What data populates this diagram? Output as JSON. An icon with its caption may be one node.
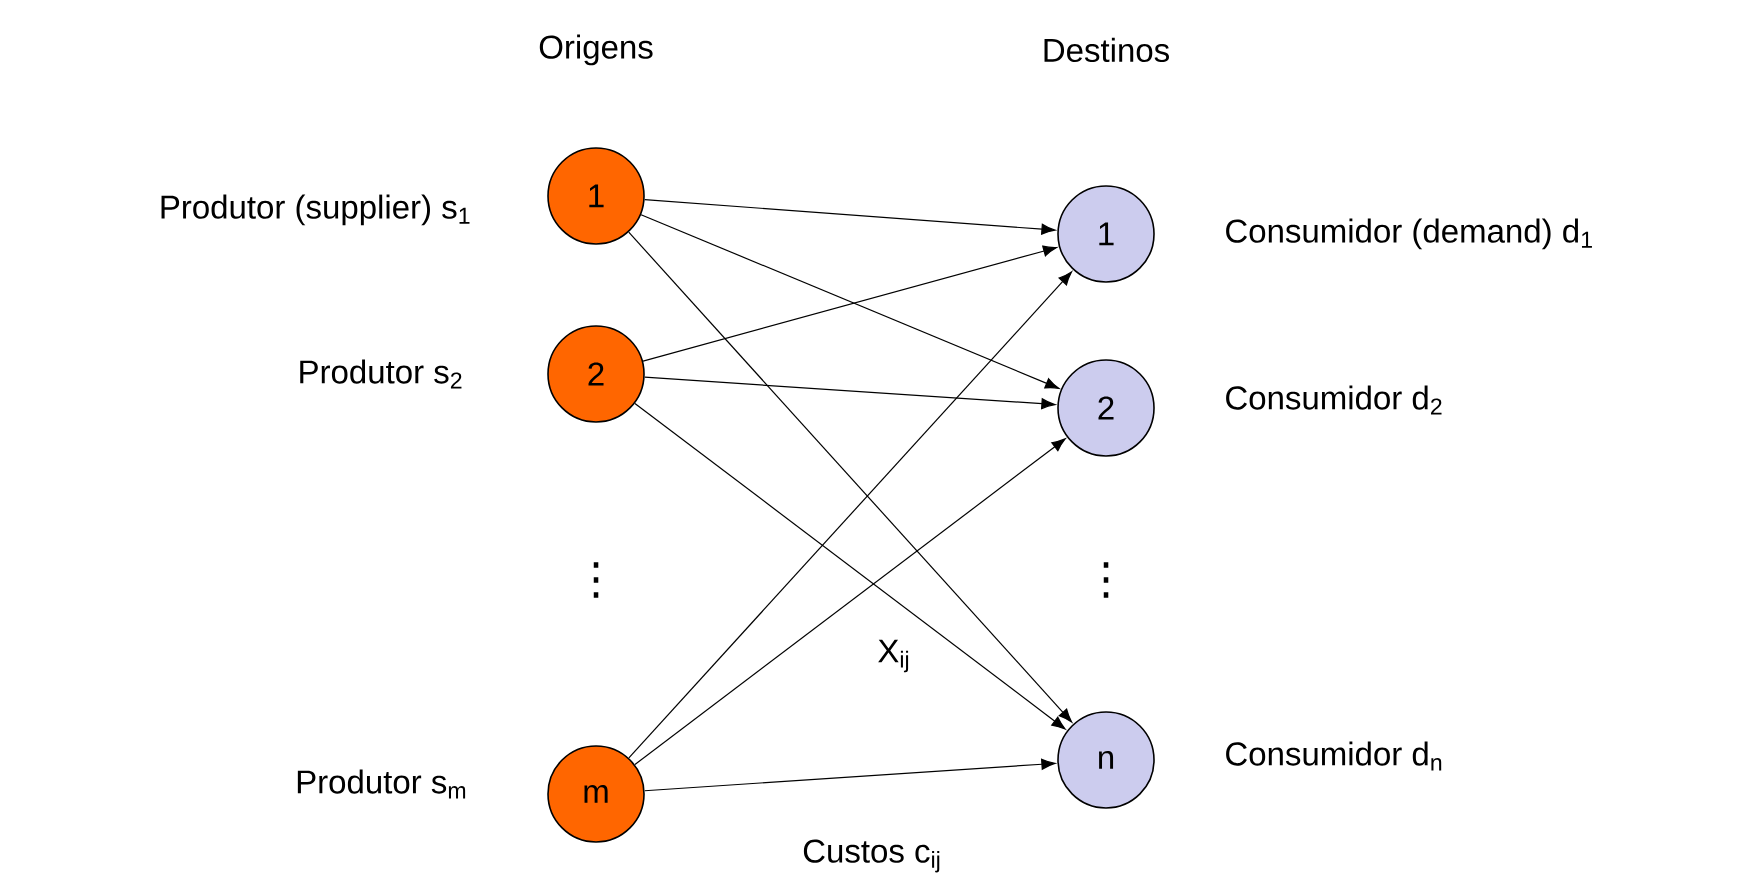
{
  "diagram": {
    "nodes": [
      {
        "text": [
          "1"
        ],
        "beside": [
          "Produtor (supplier) s$_{1}$"
        ]
      },
      {
        "text": [
          "2"
        ],
        "beside": [
          "Produtor s$_{2}$"
        ]
      },
      {
        "text": [
          "m"
        ],
        "beside": [
          "Produtor s$_{m}$"
        ]
      },
      {
        "text": [
          "1"
        ],
        "beside": [
          "Consumidor (demand) d$_{1}$"
        ]
      },
      {
        "text": [
          "2"
        ],
        "beside": [
          "Consumidor d$_{2}$"
        ]
      },
      {
        "text": [
          "n"
        ],
        "beside": [
          "Consumidor d$_{n}$"
        ]
      }
    ],
    "edges": [
      {
        "from": 0,
        "to": 3,
        "arrow": "to"
      },
      {
        "from": 0,
        "to": 4,
        "arrow": "to"
      },
      {
        "from": 0,
        "to": 5,
        "arrow": "to"
      },
      {
        "from": 1,
        "to": 3,
        "arrow": "to"
      },
      {
        "from": 1,
        "to": 4,
        "arrow": "to"
      },
      {
        "from": 1,
        "to": 5,
        "arrow": "to"
      },
      {
        "from": 2,
        "to": 3,
        "arrow": "to"
      },
      {
        "from": 2,
        "to": 4,
        "arrow": "to"
      },
      {
        "from": 2,
        "to": 5,
        "arrow": "to"
      }
    ],
    "labels": [
      "Origens",
      "Destinos",
      "⋮",
      "⋮",
      "X$_{ij}$",
      "Custos c$_{ij}$"
    ]
  }
}
